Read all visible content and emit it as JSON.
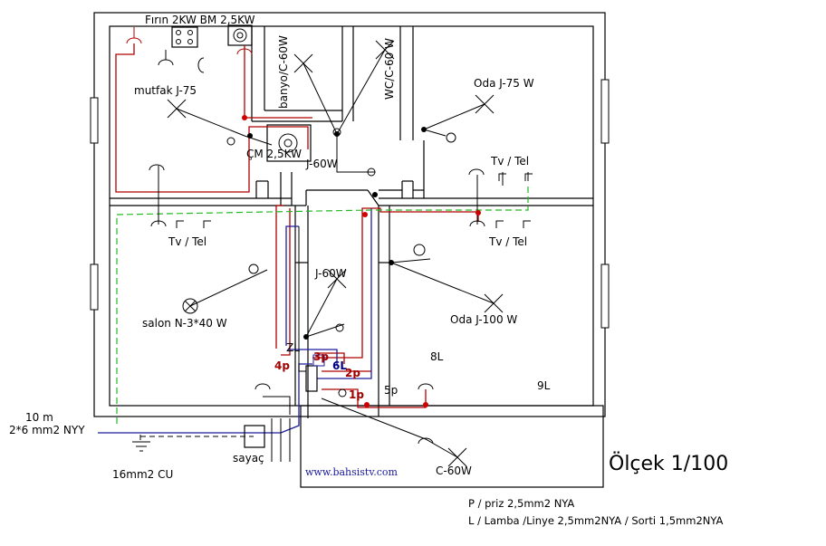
{
  "labels": {
    "kitchen_appliances": "Fırın 2KW BM 2,5KW",
    "mutfak": "mutfak J-75",
    "banyo": "banyo/C-60W",
    "wc": "WC/C-60 W",
    "oda1": "Oda J-75 W",
    "cm": "ÇM 2,5KW",
    "hall_lamp": "J-60W",
    "tv_tel_salon": "Tv  / Tel",
    "tv_tel_oda_top": "Tv  / Tel",
    "tv_tel_oda_bottom": "Tv  / Tel",
    "salon": "salon N-3*40 W",
    "hall2_lamp": "J-60W",
    "oda2": "Oda J-100 W",
    "zl": "ZL",
    "p4": "4p",
    "p3": "3p",
    "l6": "6L",
    "p2": "2p",
    "p1": "1p",
    "p5": "5p",
    "l8": "8L",
    "l9": "9L",
    "cable_len": "10 m",
    "cable_type": "2*6 mm2 NYY",
    "ground": "16mm2 CU",
    "meter": "sayaç",
    "website": "www.bahsistv.com",
    "entrance_lamp": "C-60W",
    "scale": "Ölçek 1/100",
    "legend_p": "P / priz 2,5mm2 NYA",
    "legend_l": "L / Lamba /Linye 2,5mm2NYA  / Sorti  1,5mm2NYA"
  },
  "colors": {
    "phase_wire": "#b00000",
    "neutral_wire": "#1c1ca0",
    "ground_wire": "#22bb22",
    "walls": "#000000"
  }
}
